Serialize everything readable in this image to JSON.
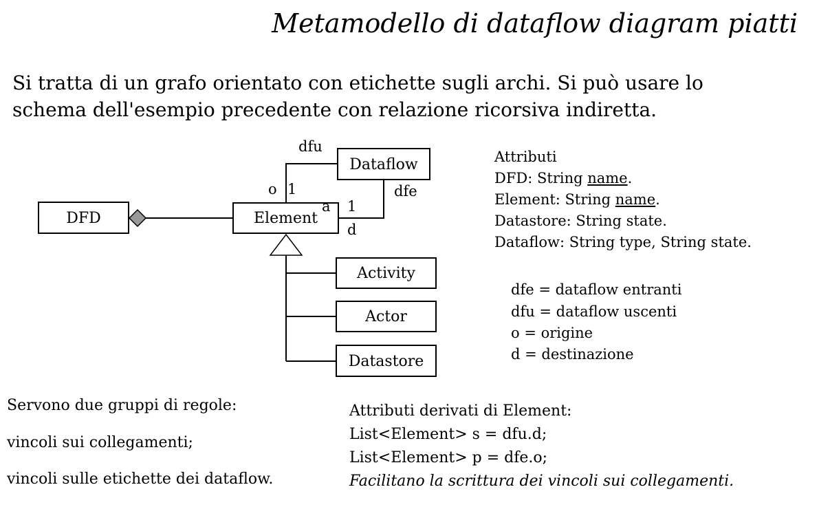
{
  "title": "Metamodello di dataflow diagram piatti",
  "intro": [
    "Si tratta di un grafo orientato con etichette sugli archi. Si può usare lo",
    "schema dell'esempio precedente con relazione ricorsiva indiretta."
  ],
  "diagram": {
    "classes": {
      "dfd": "DFD",
      "element": "Element",
      "dataflow": "Dataflow",
      "activity": "Activity",
      "actor": "Actor",
      "datastore": "Datastore"
    },
    "labels": {
      "dfu": "dfu",
      "dfe": "dfe",
      "o": "o",
      "d": "d",
      "a": "a",
      "mult_o": "1",
      "mult_d": "1"
    }
  },
  "attributes": {
    "heading": "Attributi",
    "lines": [
      {
        "pre": "DFD: String ",
        "key": "name",
        "post": "."
      },
      {
        "pre": "Element: String ",
        "key": "name",
        "post": "."
      },
      {
        "pre": "Datastore: String state.",
        "key": "",
        "post": ""
      },
      {
        "pre": "Dataflow: String type, String state.",
        "key": "",
        "post": ""
      }
    ]
  },
  "legend": [
    "dfe = dataflow entranti",
    "dfu = dataflow uscenti",
    "o = origine",
    "d = destinazione"
  ],
  "rules": [
    "Servono due gruppi di regole:",
    "vincoli sui collegamenti;",
    "vincoli sulle etichette dei dataflow."
  ],
  "derived": {
    "heading": "Attributi derivati di Element:",
    "lines": [
      "List<Element> s = dfu.d;",
      "List<Element> p = dfe.o;"
    ],
    "note": "Facilitano la scrittura dei vincoli sui collegamenti."
  }
}
